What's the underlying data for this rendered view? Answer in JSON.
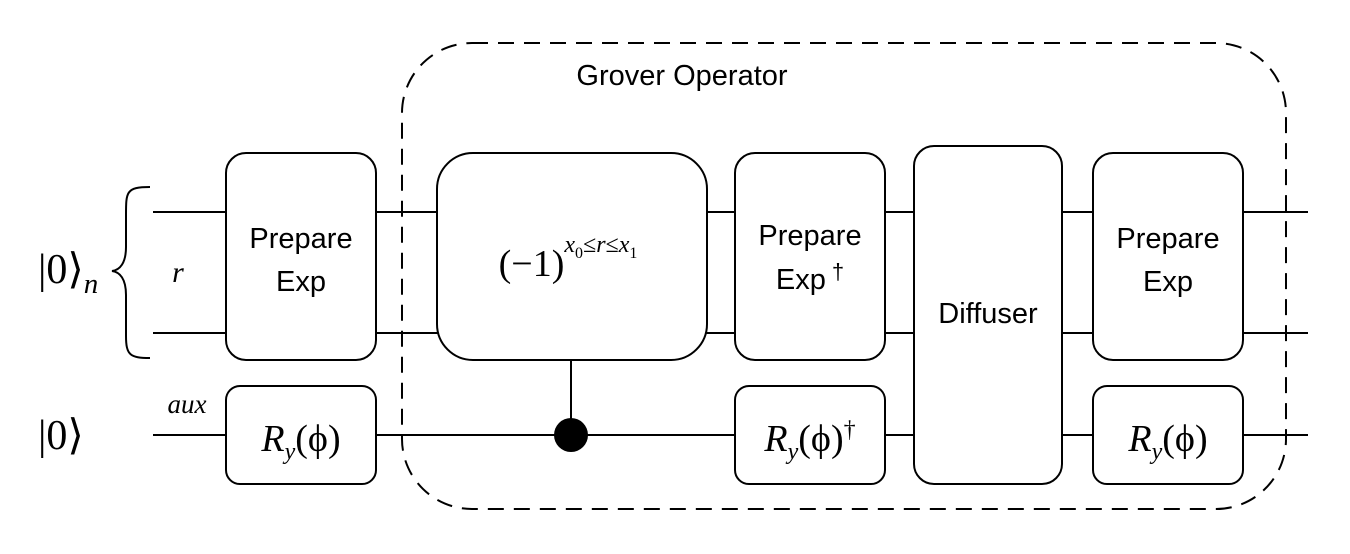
{
  "title": "Grover Operator",
  "inputs": {
    "register_state": "|0⟩",
    "register_sub": "n",
    "aux_state": "|0⟩"
  },
  "wire_labels": {
    "register": "r",
    "aux": "aux"
  },
  "gates": {
    "prepare_exp_1": {
      "line1": "Prepare",
      "line2": "Exp"
    },
    "ry_1": {
      "base": "R",
      "sub": "y",
      "arg": "(ϕ)"
    },
    "oracle": {
      "base": "(−1)",
      "sup_x": "x",
      "sup_0": "0",
      "sup_mid": "≤r≤",
      "sup_x2": "x",
      "sup_1": "1"
    },
    "prepare_exp_dagger": {
      "line1": "Prepare",
      "line2": "Exp",
      "dagger": "†"
    },
    "ry_dagger": {
      "base": "R",
      "sub": "y",
      "arg": "(ϕ)",
      "dagger": "†"
    },
    "diffuser": {
      "label": "Diffuser"
    },
    "prepare_exp_2": {
      "line1": "Prepare",
      "line2": "Exp"
    },
    "ry_2": {
      "base": "R",
      "sub": "y",
      "arg": "(ϕ)"
    }
  }
}
